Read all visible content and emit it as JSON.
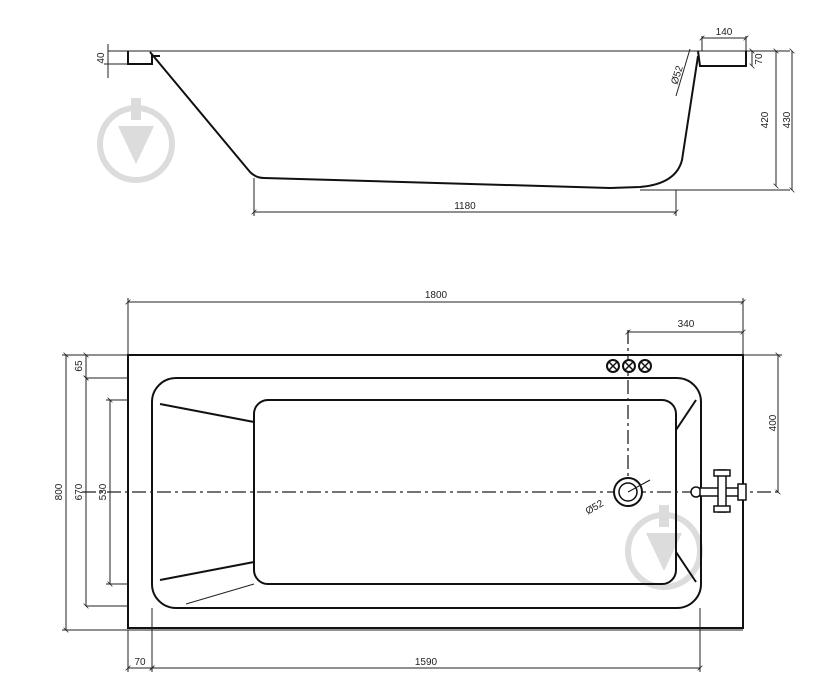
{
  "side_view": {
    "dims": {
      "rim_thickness": "40",
      "rim_width": "140",
      "rim_height": "70",
      "overflow_diameter": "Ø52",
      "inner_depth": "420",
      "total_height": "430",
      "floor_length": "1180"
    }
  },
  "plan_view": {
    "dims": {
      "total_length": "1800",
      "drain_offset": "340",
      "edge_offset": "65",
      "total_width": "800",
      "inner_width": "670",
      "floor_width": "530",
      "mixer_offset": "400",
      "drain_diameter": "Ø52",
      "left_edge": "70",
      "inner_length": "1590"
    }
  },
  "colors": {
    "line": "#111111",
    "watermark": "#d9d9d9"
  },
  "icons": [
    "watermark-logo-icon",
    "overflow-knob-icon",
    "drain-icon",
    "mixer-tap-icon"
  ]
}
